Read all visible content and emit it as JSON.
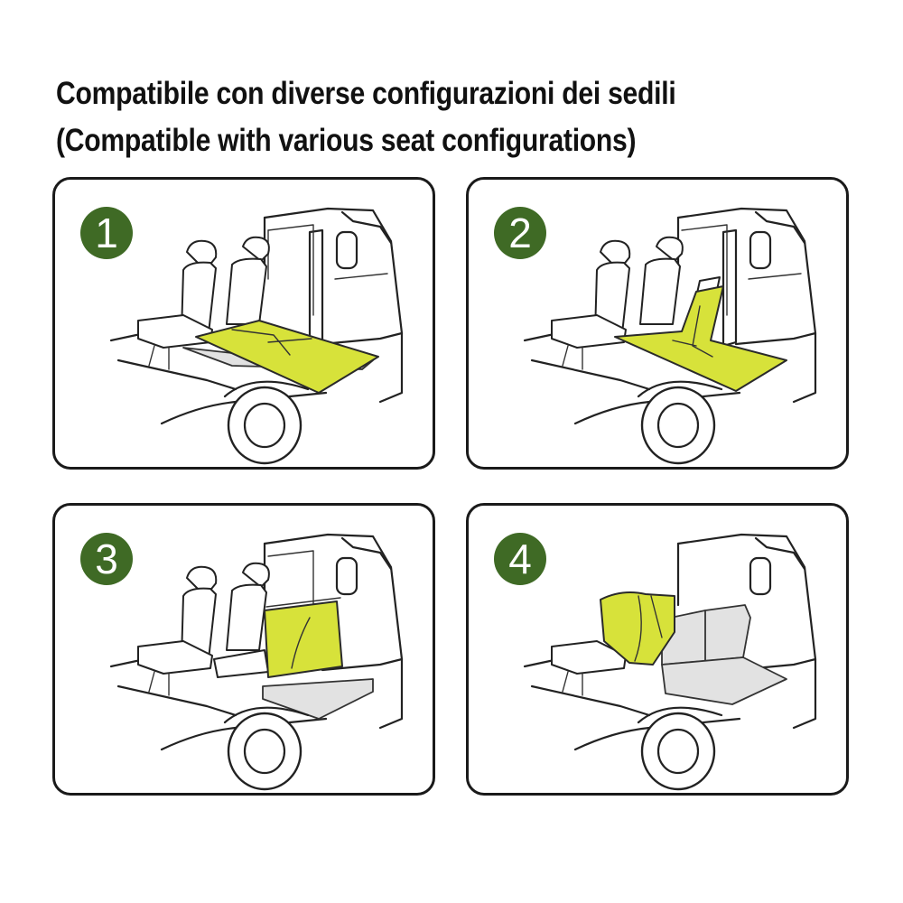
{
  "title": {
    "line1": "Compatibile con diverse configurazioni dei sedili",
    "line2": "(Compatible with various seat configurations)"
  },
  "panels": [
    {
      "number": "1",
      "scene": "flat-mat-on-floor"
    },
    {
      "number": "2",
      "scene": "mat-over-folded-seat"
    },
    {
      "number": "3",
      "scene": "mat-on-seat-back"
    },
    {
      "number": "4",
      "scene": "mat-on-rear-seat"
    }
  ],
  "colors": {
    "badge": "#3f6a25",
    "mat": "#d7e23a",
    "floor": "#e2e2e2",
    "outline": "#222222"
  }
}
